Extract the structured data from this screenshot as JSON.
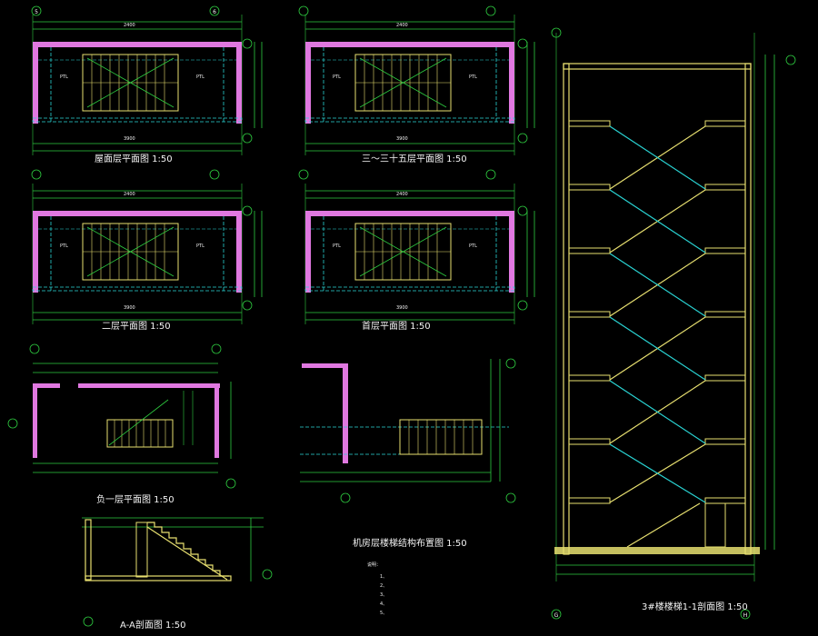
{
  "titles": {
    "roof_plan": "屋面层平面图 1:50",
    "floors_3_35_plan": "三～三十五层平面图 1:50",
    "second_floor_plan": "二层平面图 1:50",
    "first_floor_plan": "首层平面图 1:50",
    "basement_plan": "负一层平面图 1:50",
    "machine_room_layout": "机房层楼梯结构布置图 1:50",
    "section_aa": "A-A剖面图 1:50",
    "stair_section": "3#楼楼梯1-1剖面图 1:50"
  },
  "notes": {
    "heading": "说明：",
    "items": [
      "1、",
      "2、",
      "3、",
      "4、",
      "5、"
    ]
  },
  "axis_labels": {
    "left": "G",
    "right": "H",
    "top_left": "5",
    "top_right": "6"
  },
  "colors": {
    "background": "#000000",
    "wall": "#e078e0",
    "stair": "#e8e070",
    "dimension": "#2ecc40",
    "hidden_line": "#2ad4d4",
    "text": "#f4f4f4"
  }
}
